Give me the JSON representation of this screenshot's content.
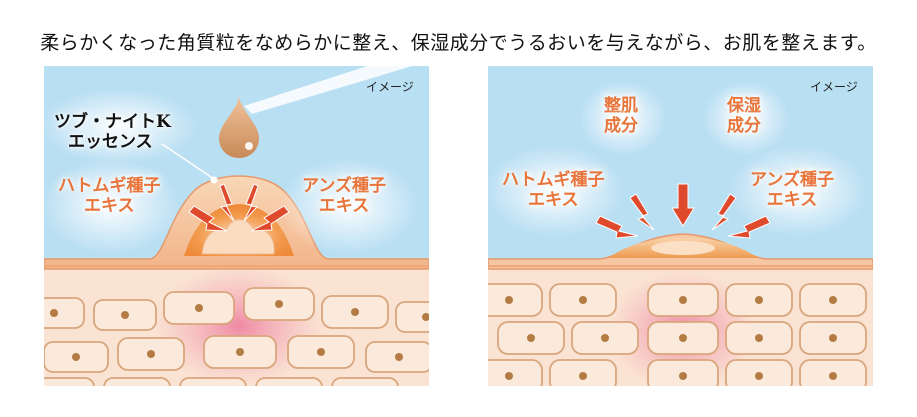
{
  "headline": "柔らかくなった角質粒をなめらかに整え、保湿成分でうるおいを与えながら、お肌を整えます。",
  "left_panel": {
    "badge": "イメージ",
    "essence_label_1": "ツブ・ナイトK",
    "essence_label_2": "エッセンス",
    "left_ingredient_1": "ハトムギ種子",
    "left_ingredient_2": "エキス",
    "right_ingredient_1": "アンズ種子",
    "right_ingredient_2": "エキス"
  },
  "right_panel": {
    "badge": "イメージ",
    "component_a_1": "整肌",
    "component_a_2": "成分",
    "component_b_1": "保湿",
    "component_b_2": "成分",
    "left_ingredient_1": "ハトムギ種子",
    "left_ingredient_2": "エキス",
    "right_ingredient_1": "アンズ種子",
    "right_ingredient_2": "エキス"
  },
  "colors": {
    "sky": "#b9dff3",
    "skin_top": "#f6c7a2",
    "skin_body": "#fae3d2",
    "cell": "#fbe9db",
    "cell_border": "#d9a67c",
    "nucleus": "#b57b45",
    "accent_orange": "#e8743a",
    "arrow_red": "#e04a2c",
    "glow_pink": "#f3a0b5"
  }
}
